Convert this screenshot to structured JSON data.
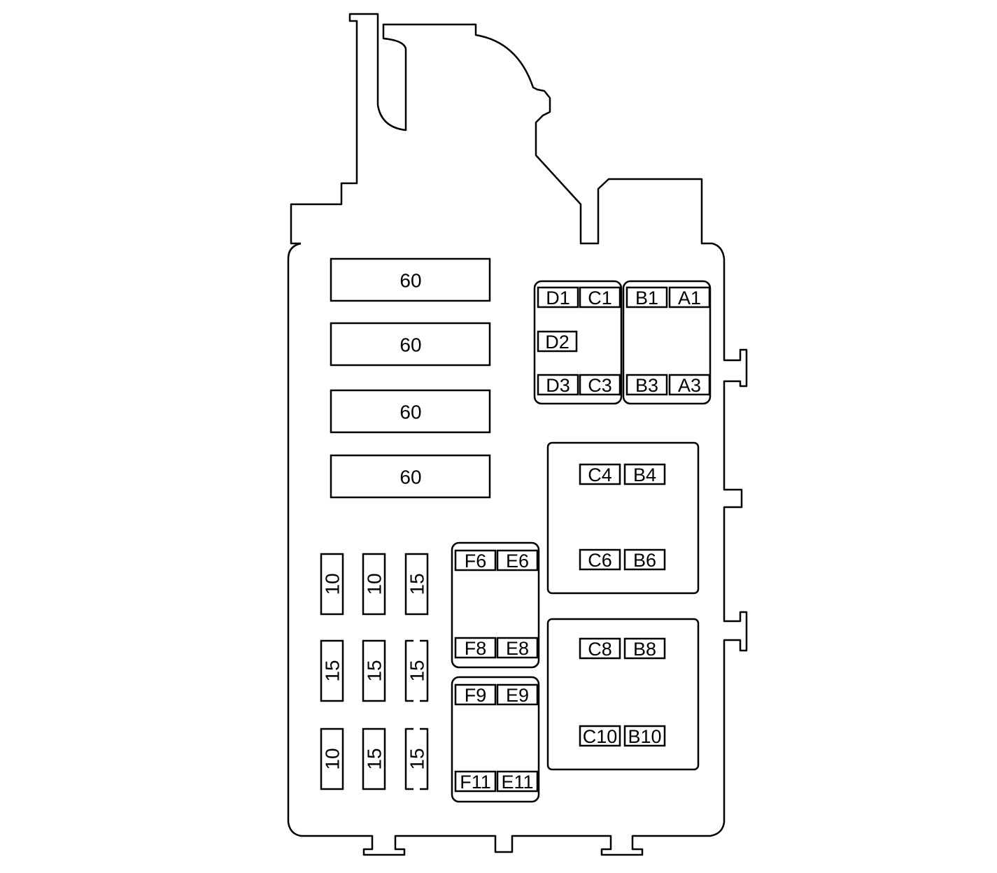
{
  "diagram": {
    "maxi_fuses": [
      {
        "id": "maxi-1",
        "label": "60"
      },
      {
        "id": "maxi-2",
        "label": "60"
      },
      {
        "id": "maxi-3",
        "label": "60"
      },
      {
        "id": "maxi-4",
        "label": "60"
      }
    ],
    "relay_block_1": {
      "cells": [
        "D1",
        "C1",
        "D2",
        "D3",
        "C3"
      ]
    },
    "relay_block_2": {
      "cells": [
        "B1",
        "A1",
        "B3",
        "A3"
      ]
    },
    "relay_block_3": {
      "cells": [
        "C4",
        "B4",
        "C6",
        "B6"
      ]
    },
    "relay_block_4": {
      "cells": [
        "C8",
        "B8",
        "C10",
        "B10"
      ]
    },
    "relay_block_5": {
      "cells": [
        "F6",
        "E6",
        "F8",
        "E8"
      ]
    },
    "relay_block_6": {
      "cells": [
        "F9",
        "E9",
        "F11",
        "E11"
      ]
    },
    "mini_fuses": [
      {
        "id": "mini-1",
        "label": "10"
      },
      {
        "id": "mini-2",
        "label": "10"
      },
      {
        "id": "mini-3",
        "label": "15"
      },
      {
        "id": "mini-4",
        "label": "15"
      },
      {
        "id": "mini-5",
        "label": "15"
      },
      {
        "id": "mini-6",
        "label": "15"
      },
      {
        "id": "mini-7",
        "label": "10"
      },
      {
        "id": "mini-8",
        "label": "15"
      },
      {
        "id": "mini-9",
        "label": "15"
      }
    ]
  }
}
